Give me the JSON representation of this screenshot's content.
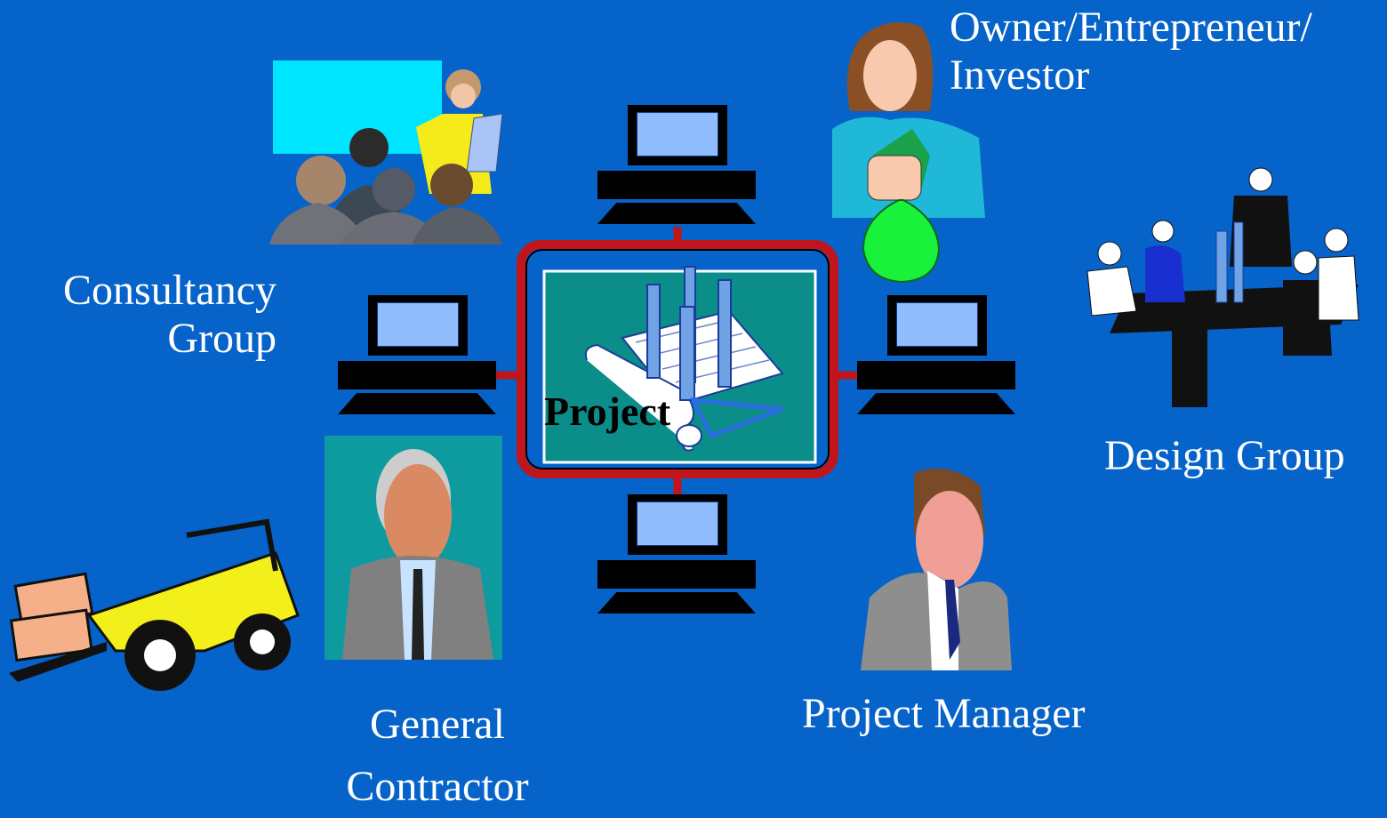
{
  "labels": {
    "owner_line1": "Owner/Entrepreneur/",
    "owner_line2": "Investor",
    "consultancy_line1": "Consultancy",
    "consultancy_line2": "Group",
    "design": "Design Group",
    "general_line1": "General",
    "general_line2": "Contractor",
    "pm": "Project Manager",
    "project": "Project"
  },
  "colors": {
    "background": "#0563c9",
    "network_ring": "#c0151b",
    "project_panel": "#0b8d8a",
    "screen": "#8fbdfd"
  }
}
